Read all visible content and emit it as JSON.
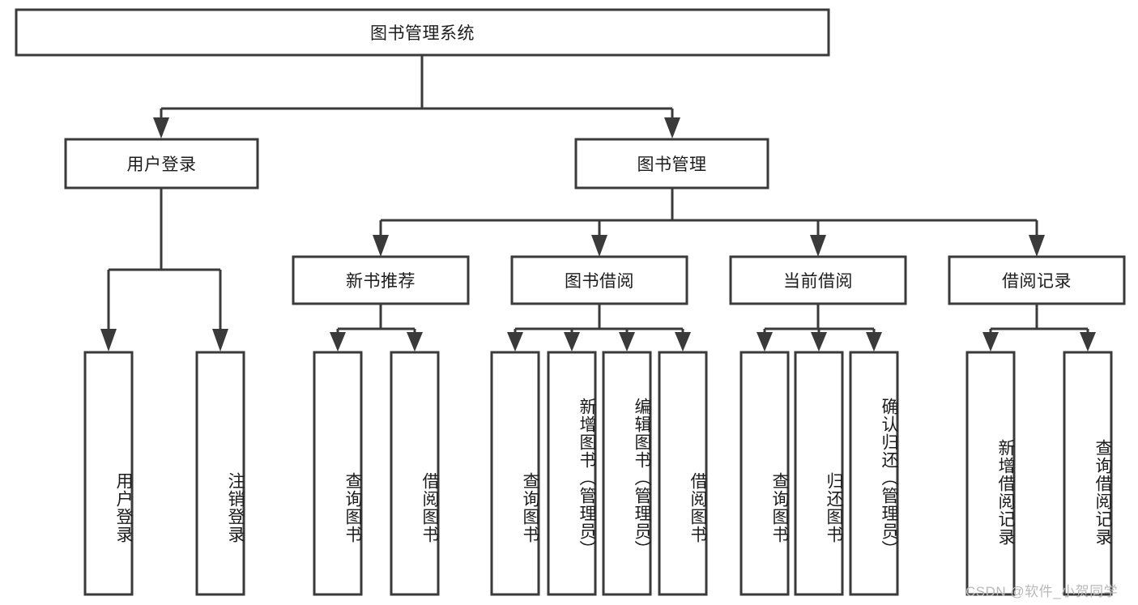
{
  "diagram": {
    "type": "tree-hierarchy-chart",
    "title": "图书管理系统",
    "orientation": "top-down",
    "colors": {
      "box_stroke": "#3a3a3a",
      "box_fill": "#ffffff",
      "text": "#1c1c1c",
      "background": "#ffffff",
      "watermark": "#b9b9b9"
    },
    "levels": {
      "level1": {
        "label": "图书管理系统",
        "orientation": "horizontal"
      },
      "level2": [
        {
          "label": "用户登录",
          "orientation": "horizontal"
        },
        {
          "label": "图书管理",
          "orientation": "horizontal"
        }
      ],
      "level3": [
        {
          "label": "新书推荐",
          "orientation": "horizontal"
        },
        {
          "label": "图书借阅",
          "orientation": "horizontal"
        },
        {
          "label": "当前借阅",
          "orientation": "horizontal"
        },
        {
          "label": "借阅记录",
          "orientation": "horizontal"
        }
      ],
      "leaves": {
        "user_login": [
          {
            "label": "用户登录",
            "orientation": "vertical"
          },
          {
            "label": "注销登录",
            "orientation": "vertical"
          }
        ],
        "new_book_recommend": [
          {
            "label": "查询图书",
            "orientation": "vertical"
          },
          {
            "label": "借阅图书",
            "orientation": "vertical"
          }
        ],
        "book_borrow": [
          {
            "label": "查询图书",
            "orientation": "vertical"
          },
          {
            "label": "新增图书（管理员）",
            "orientation": "vertical"
          },
          {
            "label": "编辑图书（管理员）",
            "orientation": "vertical"
          },
          {
            "label": "借阅图书",
            "orientation": "vertical"
          }
        ],
        "current_borrow": [
          {
            "label": "查询图书",
            "orientation": "vertical"
          },
          {
            "label": "归还图书",
            "orientation": "vertical"
          },
          {
            "label": "确认归还（管理员）",
            "orientation": "vertical"
          }
        ],
        "borrow_record": [
          {
            "label": "新增借阅记录",
            "orientation": "vertical"
          },
          {
            "label": "查询借阅记录",
            "orientation": "vertical"
          }
        ]
      }
    },
    "watermark": "CSDN @软件_小贺同学"
  }
}
